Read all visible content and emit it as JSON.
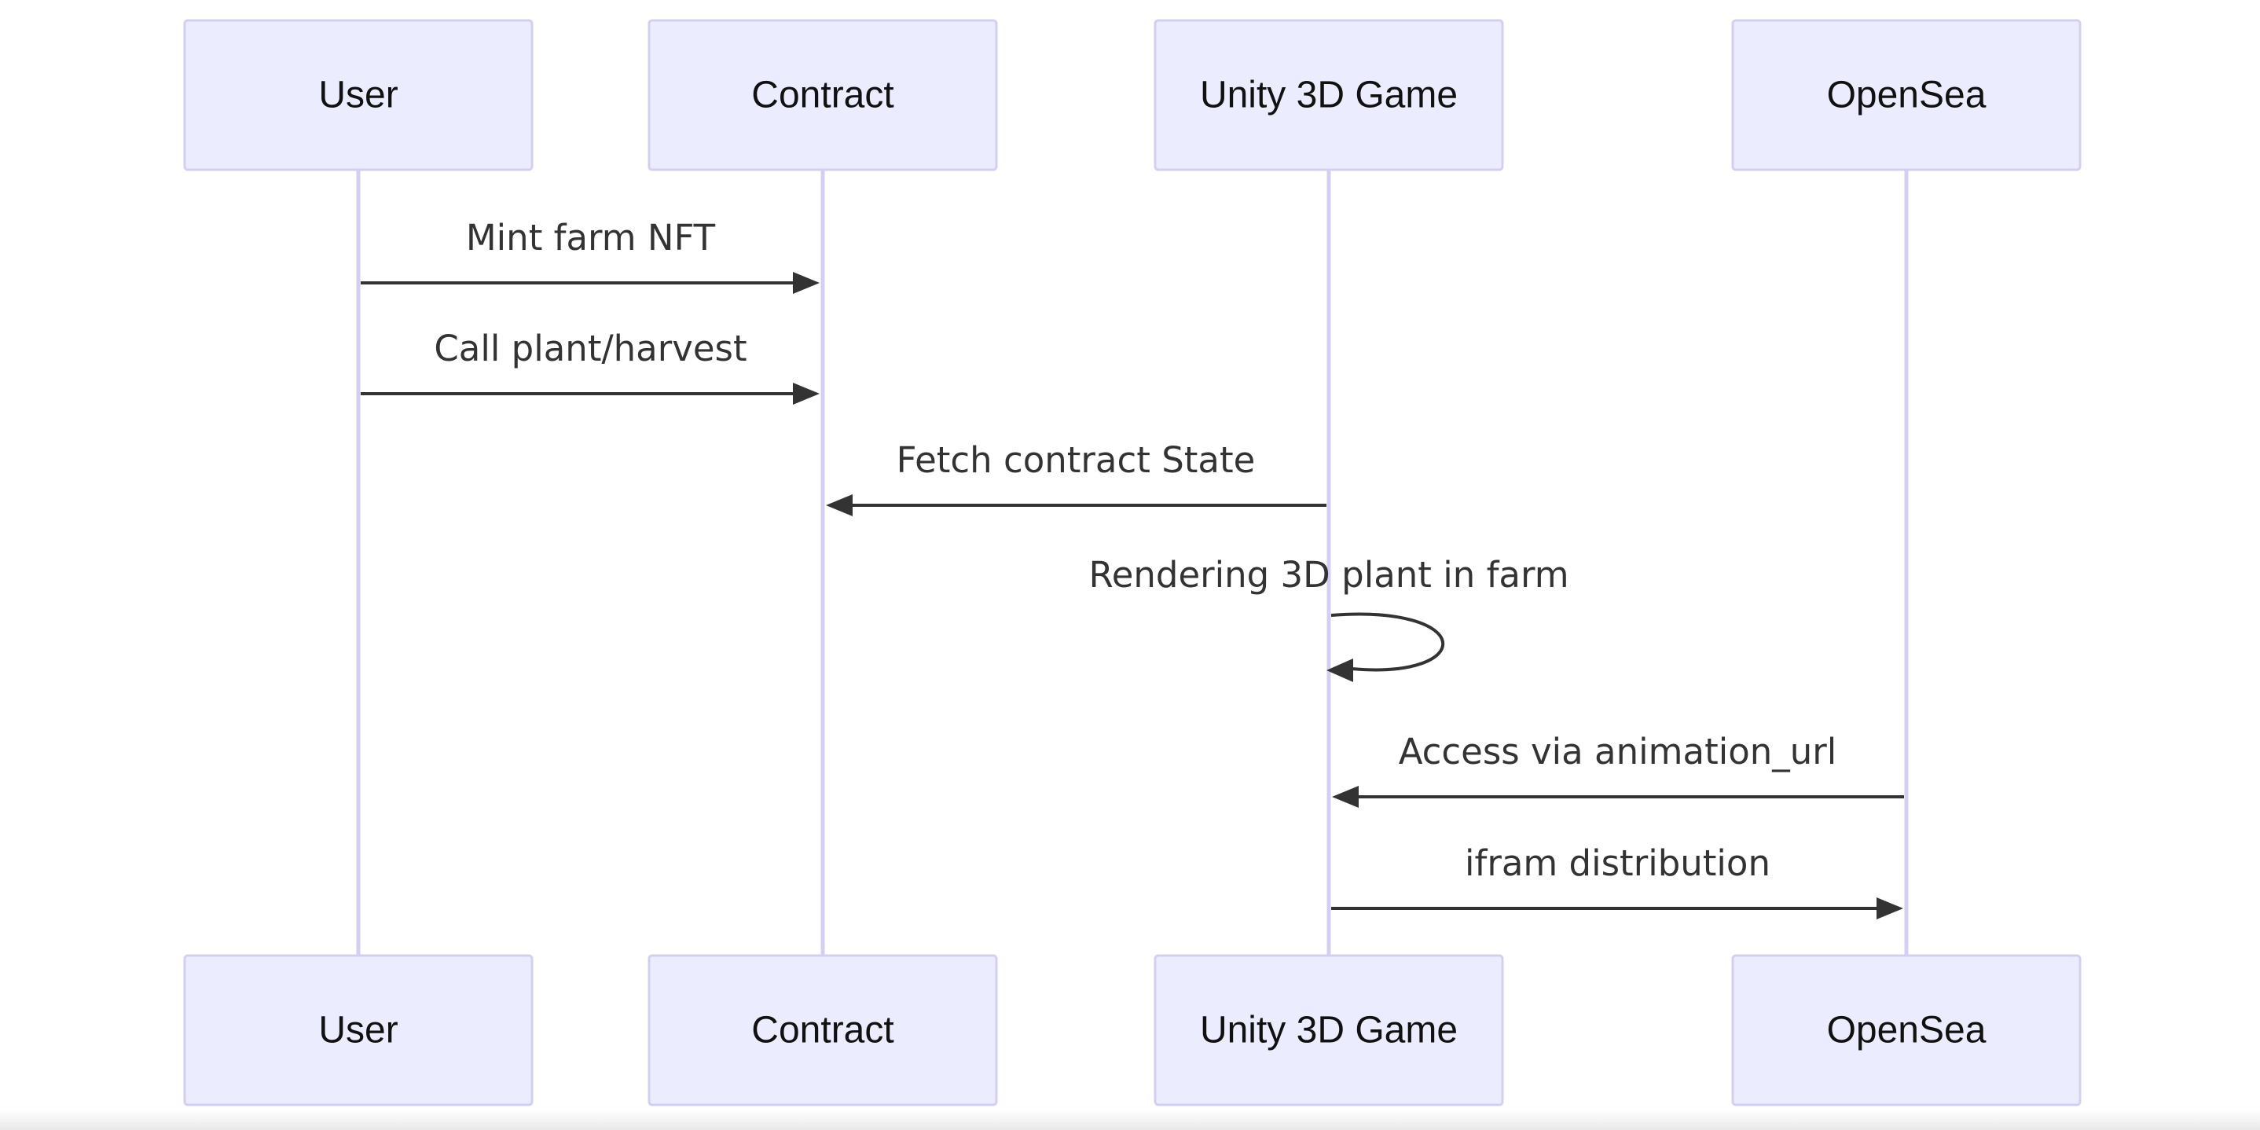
{
  "participants": [
    {
      "id": "user",
      "label": "User"
    },
    {
      "id": "contract",
      "label": "Contract"
    },
    {
      "id": "unity",
      "label": "Unity 3D Game"
    },
    {
      "id": "opensea",
      "label": "OpenSea"
    }
  ],
  "messages": [
    {
      "from": "user",
      "to": "contract",
      "label": "Mint farm NFT"
    },
    {
      "from": "user",
      "to": "contract",
      "label": "Call plant/harvest"
    },
    {
      "from": "unity",
      "to": "contract",
      "label": "Fetch contract State"
    },
    {
      "from": "unity",
      "to": "unity",
      "label": "Rendering 3D plant in farm"
    },
    {
      "from": "opensea",
      "to": "unity",
      "label": "Access via animation_url"
    },
    {
      "from": "unity",
      "to": "opensea",
      "label": "ifram distribution"
    }
  ],
  "colors": {
    "actor_fill": "#ececff",
    "actor_border": "#d3cff0",
    "lifeline": "#d3cff0",
    "message": "#333333"
  }
}
